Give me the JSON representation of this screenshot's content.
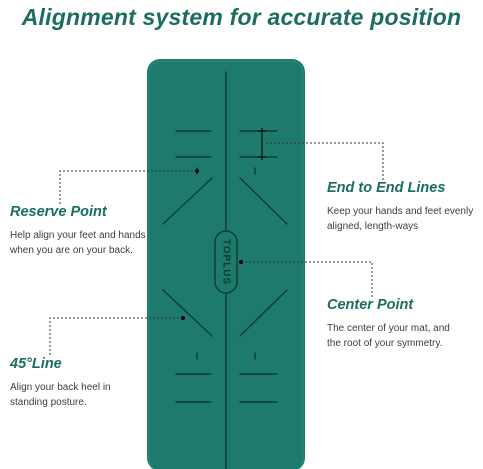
{
  "headline": "Alignment system for accurate position",
  "mat": {
    "color": "#1e7a6c",
    "line_color": "#0d3b33",
    "logo_text": "TOPLUS"
  },
  "callouts": {
    "end_to_end": {
      "title": "End to End Lines",
      "line1": "Keep your hands and feet evenly",
      "line2": "aligned, length-ways"
    },
    "reserve": {
      "title": "Reserve Point",
      "line1": "Help align your feet and hands",
      "line2": "when you are on your back."
    },
    "center": {
      "title": "Center Point",
      "line1": "The center of your mat, and",
      "line2": "the root of your symmetry."
    },
    "forty_five": {
      "title": "45°Line",
      "line1": "Align your back heel in",
      "line2": "standing posture."
    }
  },
  "colors": {
    "accent": "#1a6d5f",
    "body_text": "#3d3d3d",
    "leader": "#333333"
  }
}
